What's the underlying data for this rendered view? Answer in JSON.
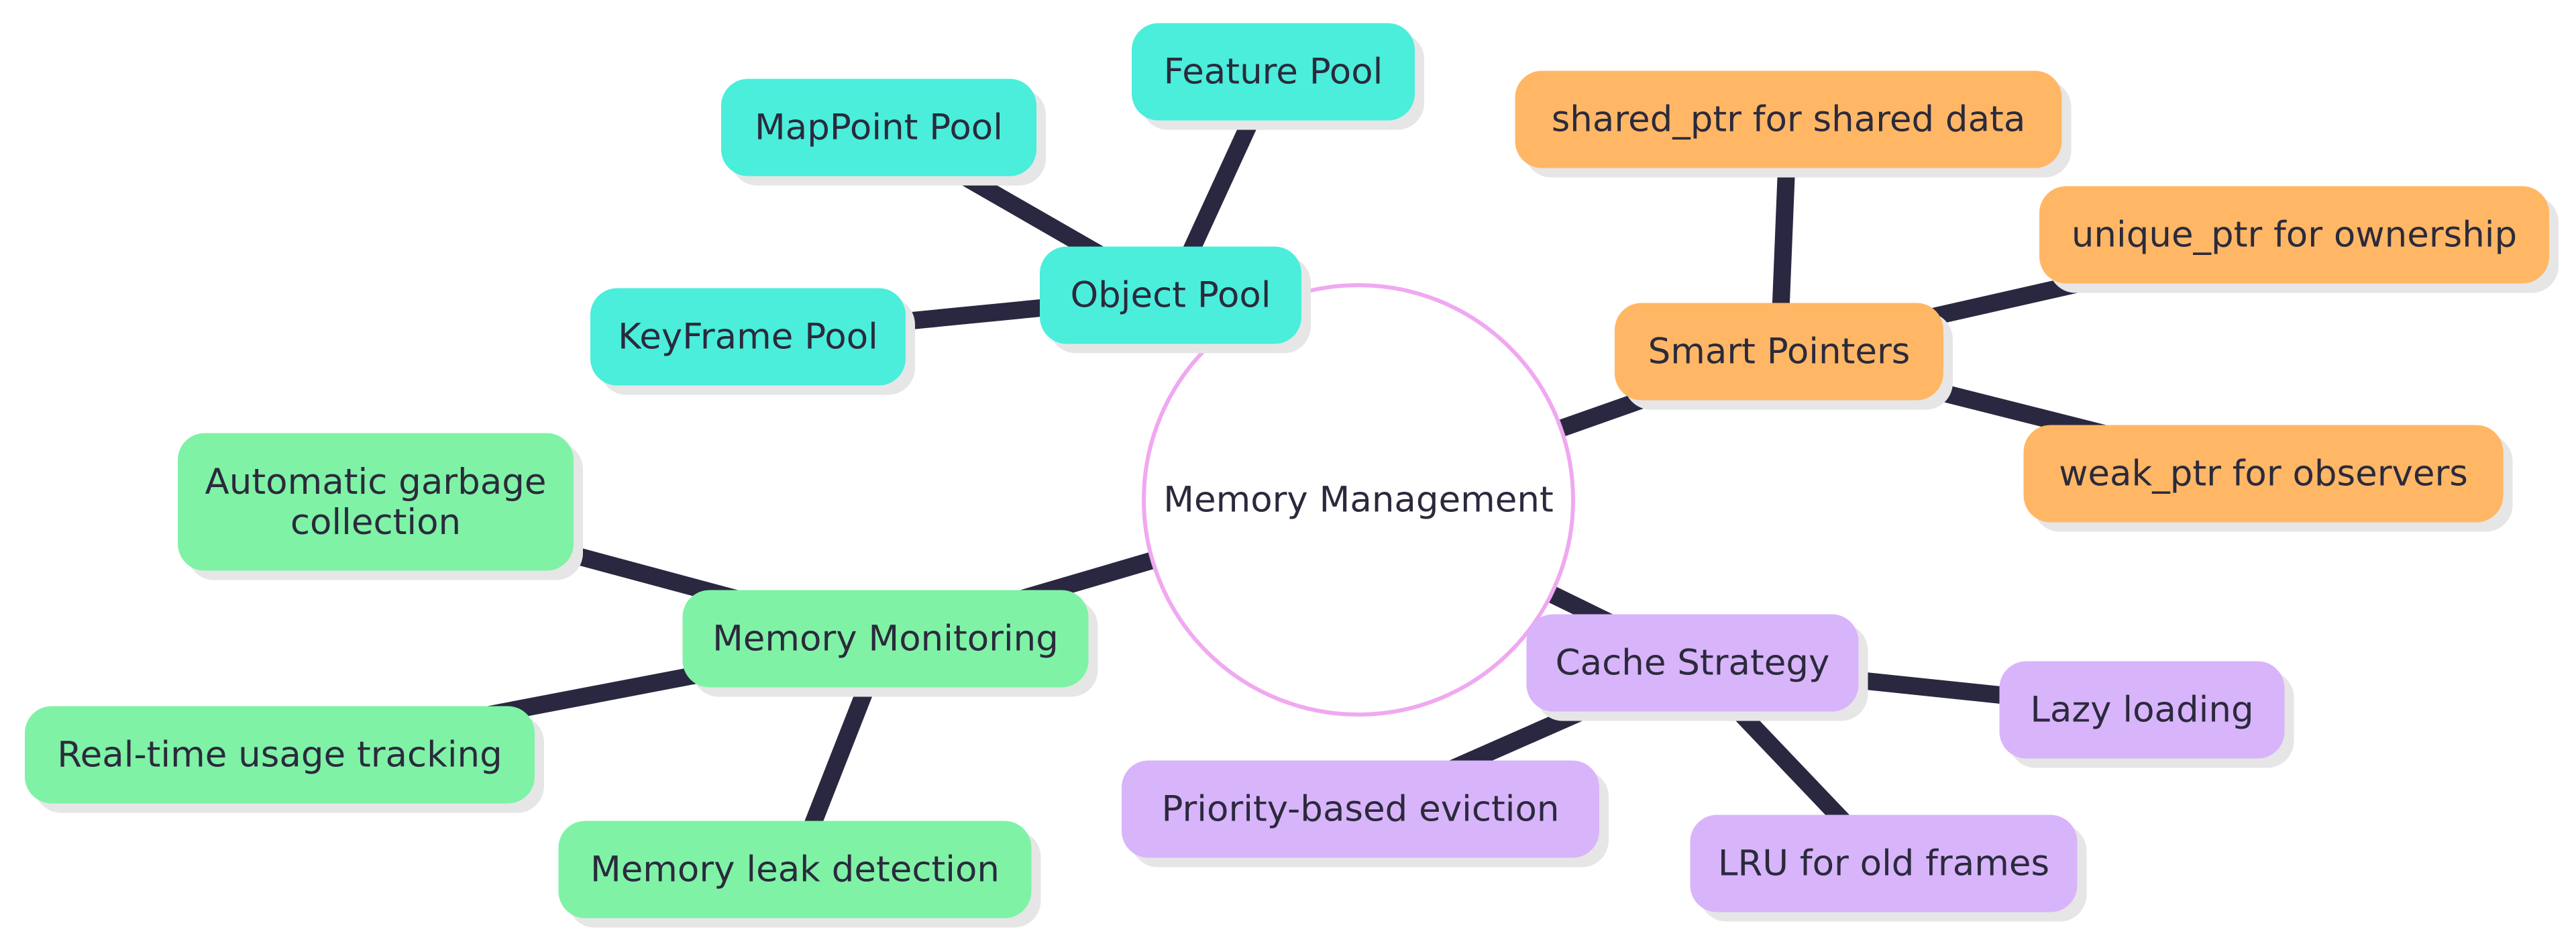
{
  "diagram": {
    "root": {
      "label": "Memory Management",
      "border_color": "#f0a8f0"
    },
    "branches": [
      {
        "label": "Object Pool",
        "color": "#4aeedb",
        "children": [
          "Feature Pool",
          "MapPoint Pool",
          "KeyFrame Pool"
        ]
      },
      {
        "label": "Smart Pointers",
        "color": "#ffb766",
        "children": [
          "shared_ptr for shared data",
          "unique_ptr for ownership",
          "weak_ptr for observers"
        ]
      },
      {
        "label": "Cache Strategy",
        "color": "#d8b4fb",
        "children": [
          "Lazy loading",
          "LRU for old frames",
          "Priority-based eviction"
        ]
      },
      {
        "label": "Memory Monitoring",
        "color": "#7ff2a6",
        "children": [
          "Automatic garbage collection",
          "Real-time usage tracking",
          "Memory leak detection"
        ]
      }
    ],
    "edge_color": "#2a2840",
    "shadow_color": "#e6e6e6"
  }
}
